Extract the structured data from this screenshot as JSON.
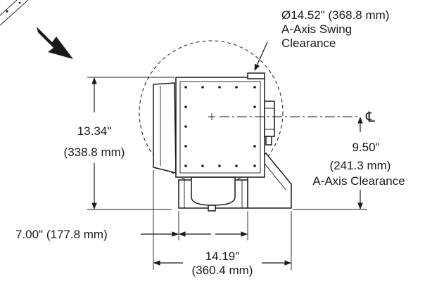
{
  "labels": {
    "swing_diameter": "Ø14.52\" (368.8 mm)",
    "swing_title_1": "A-Axis Swing",
    "swing_title_2": "Clearance",
    "height_in": "13.34\"",
    "height_mm": "(338.8 mm)",
    "clear_in": "9.50\"",
    "clear_mm": "(241.3 mm)",
    "clear_title": "A-Axis Clearance",
    "width_small": "7.00\" (177.8 mm)",
    "width_large_in": "14.19\"",
    "width_large_mm": "(360.4 mm)",
    "centerline_symbol": "℄"
  },
  "colors": {
    "ink": "#1a1a1a",
    "background": "#ffffff"
  },
  "icons": {
    "direction": "arrow-icon",
    "centerline": "centerline-icon"
  }
}
